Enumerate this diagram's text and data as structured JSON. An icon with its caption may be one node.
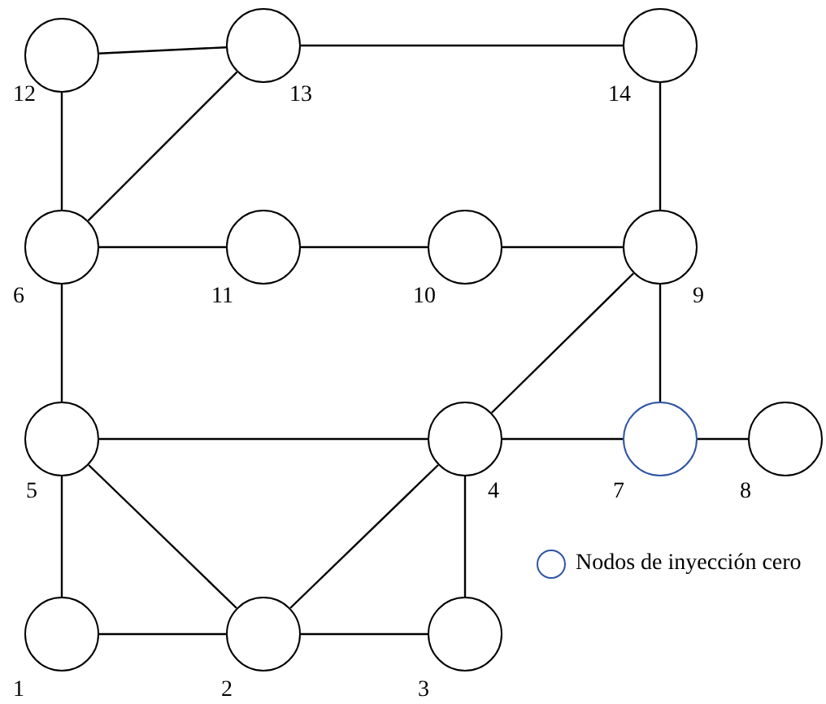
{
  "diagram": {
    "nodes": [
      {
        "text": [],
        "shape": "circle",
        "beside": [
          "1"
        ]
      },
      {
        "text": [],
        "shape": "circle",
        "beside": [
          "2"
        ]
      },
      {
        "text": [],
        "shape": "circle",
        "beside": [
          "3"
        ]
      },
      {
        "text": [],
        "shape": "circle",
        "beside": [
          "4"
        ]
      },
      {
        "text": [],
        "shape": "circle",
        "beside": [
          "5"
        ]
      },
      {
        "text": [],
        "shape": "circle",
        "beside": [
          "6"
        ]
      },
      {
        "text": [],
        "shape": "circle",
        "beside": [
          "7"
        ]
      },
      {
        "text": [],
        "shape": "circle",
        "beside": [
          "8"
        ]
      },
      {
        "text": [],
        "shape": "circle",
        "beside": [
          "9"
        ]
      },
      {
        "text": [],
        "shape": "circle",
        "beside": [
          "10"
        ]
      },
      {
        "text": [],
        "shape": "circle",
        "beside": [
          "11"
        ]
      },
      {
        "text": [],
        "shape": "circle",
        "beside": [
          "12"
        ]
      },
      {
        "text": [],
        "shape": "circle",
        "beside": [
          "13"
        ]
      },
      {
        "text": [],
        "shape": "circle",
        "beside": [
          "14"
        ]
      }
    ],
    "edges": [
      {
        "from": 0,
        "to": 1,
        "arrow": "none"
      },
      {
        "from": 0,
        "to": 4,
        "arrow": "none"
      },
      {
        "from": 1,
        "to": 2,
        "arrow": "none"
      },
      {
        "from": 1,
        "to": 3,
        "arrow": "none"
      },
      {
        "from": 1,
        "to": 4,
        "arrow": "none"
      },
      {
        "from": 2,
        "to": 3,
        "arrow": "none"
      },
      {
        "from": 3,
        "to": 4,
        "arrow": "none"
      },
      {
        "from": 3,
        "to": 6,
        "arrow": "none"
      },
      {
        "from": 3,
        "to": 8,
        "arrow": "none"
      },
      {
        "from": 4,
        "to": 5,
        "arrow": "none"
      },
      {
        "from": 5,
        "to": 10,
        "arrow": "none"
      },
      {
        "from": 5,
        "to": 11,
        "arrow": "none"
      },
      {
        "from": 5,
        "to": 12,
        "arrow": "none"
      },
      {
        "from": 6,
        "to": 7,
        "arrow": "none"
      },
      {
        "from": 6,
        "to": 8,
        "arrow": "none"
      },
      {
        "from": 8,
        "to": 9,
        "arrow": "none"
      },
      {
        "from": 8,
        "to": 13,
        "arrow": "none"
      },
      {
        "from": 9,
        "to": 10,
        "arrow": "none"
      },
      {
        "from": 11,
        "to": 12,
        "arrow": "none"
      },
      {
        "from": 12,
        "to": 13,
        "arrow": "none"
      }
    ],
    "legend": [
      {
        "text": "Nodos de inyección cero",
        "color": "#2f55a4"
      }
    ]
  }
}
